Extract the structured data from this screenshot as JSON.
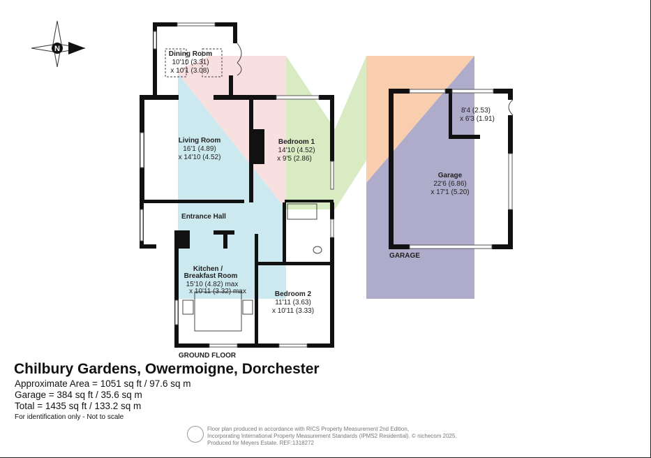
{
  "compass": {
    "label": "N"
  },
  "rooms": [
    {
      "name": "Dining Room",
      "dim1": "10'10 (3.31)",
      "dim2": "x 10'1 (3.08)"
    },
    {
      "name": "Living Room",
      "dim1": "16'1 (4.89)",
      "dim2": "x 14'10 (4.52)"
    },
    {
      "name": "Bedroom 1",
      "dim1": "14'10 (4.52)",
      "dim2": "x 9'5 (2.86)"
    },
    {
      "name": "Entrance Hall"
    },
    {
      "name": "Kitchen /",
      "name2": "Breakfast Room",
      "dim1": "15'10 (4.82) max",
      "dim2": "x 10'11 (3.32) max"
    },
    {
      "name": "Bedroom 2",
      "dim1": "11'11 (3.63)",
      "dim2": "x 10'11 (3.33)"
    },
    {
      "name": "Garage",
      "dim1": "22'6 (6.86)",
      "dim2": "x 17'1 (5.20)"
    },
    {
      "dim1": "8'4 (2.53)",
      "dim2": "x 6'3 (1.91)"
    }
  ],
  "floor_labels": {
    "ground": "GROUND FLOOR",
    "garage": "GARAGE"
  },
  "title": "Chilbury Gardens, Owermoigne, Dorchester",
  "areas": [
    "Approximate Area = 1051 sq ft / 97.6 sq m",
    "Garage = 384 sq ft / 35.6 sq m",
    "Total = 1435 sq ft / 133.2 sq m"
  ],
  "note": "For identification only - Not to scale",
  "footer": [
    "Floor plan produced in accordance with RICS Property Measurement 2nd Edition,",
    "Incorporating International Property Measurement Standards (IPMS2 Residential).   © nichecom 2025.",
    "Produced for Meyers Estate.   REF:1318272"
  ],
  "colors": {
    "blue": "#cde9f0",
    "pink": "#f9e0e0",
    "green": "#d8ebc3",
    "orange": "#f8ceaf",
    "purple": "#aeabcb",
    "wall": "#111111"
  }
}
